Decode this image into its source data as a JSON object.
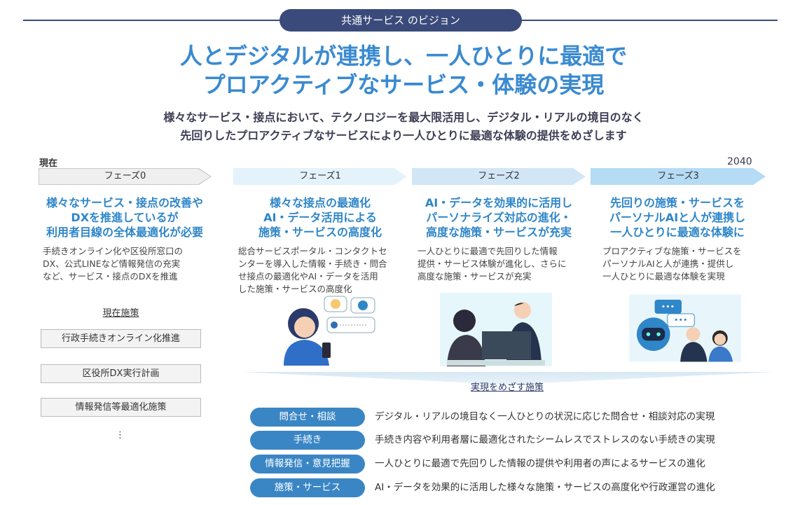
{
  "header": {
    "vision_label": "共通サービス のビジョン"
  },
  "title": {
    "line1": "人とデジタルが連携し、一人ひとりに最適で",
    "line2": "プロアクティブなサービス・体験の実現"
  },
  "subtitle": {
    "line1": "様々なサービス・接点において、テクノロジーを最大限活用し、デジタル・リアルの境目のなく",
    "line2": "先回りしたプロアクティブなサービスにより一人ひとりに最適な体験の提供をめざします"
  },
  "timeline": {
    "start": "現在",
    "end": "2040"
  },
  "phases": [
    {
      "label": "フェーズ0",
      "heading": [
        "様々なサービス・接点の改善や",
        "DXを推進しているが",
        "利用者目線の全体最適化が必要"
      ],
      "body": [
        "手続きオンライン化や区役所窓口の",
        "DX、公式LINEなど情報発信の充実",
        "など、サービス・接点のDXを推進"
      ]
    },
    {
      "label": "フェーズ1",
      "heading": [
        "様々な接点の最適化",
        "AI・データ活用による",
        "施策・サービスの高度化"
      ],
      "body": [
        "総合サービスポータル・コンタクトセ",
        "ンターを導入した情報・手続き・問合",
        "せ接点の最適化やAI・データを活用",
        "した施策・サービスの高度化"
      ]
    },
    {
      "label": "フェーズ2",
      "heading": [
        "AI・データを効果的に活用し",
        "パーソナライズ対応の進化・",
        "高度な施策・サービスが充実"
      ],
      "body": [
        "一人ひとりに最適で先回りした情報",
        "提供・サービス体験が進化し、さらに",
        "高度な施策・サービスが充実"
      ]
    },
    {
      "label": "フェーズ3",
      "heading": [
        "先回りの施策・サービスを",
        "パーソナルAIと人が連携し",
        "一人ひとりに最適な体験に"
      ],
      "body": [
        "プロアクティブな施策・サービスを",
        "パーソナルAIと人が連携・提供し",
        "一人ひとりに最適な体験を実現"
      ]
    }
  ],
  "current": {
    "title": "現在施策",
    "items": [
      "行政手続きオンライン化推進",
      "区役所DX実行計画",
      "情報発信等最適化施策"
    ],
    "more": "⋮"
  },
  "measures": {
    "title": "実現をめざす施策",
    "items": [
      {
        "label": "問合せ・相談",
        "text": "デジタル・リアルの境目なく一人ひとりの状況に応じた問合せ・相談対応の実現"
      },
      {
        "label": "手続き",
        "text": "手続き内容や利用者層に最適化されたシームレスでストレスのない手続きの実現"
      },
      {
        "label": "情報発信・意見把握",
        "text": "一人ひとりに最適で先回りした情報の提供や利用者の声によるサービスの進化"
      },
      {
        "label": "施策・サービス",
        "text": "AI・データを効果的に活用した様々な施策・サービスの高度化や行政運営の進化"
      }
    ]
  },
  "colors": {
    "navy": "#3a4a7a",
    "title_blue": "#3a8ad0",
    "pill_blue": "#3a86c4",
    "phase0": "#efefef",
    "phase1": "#e3f2fb",
    "phase2": "#d2e6f6",
    "phase3": "#b5dbf5"
  }
}
